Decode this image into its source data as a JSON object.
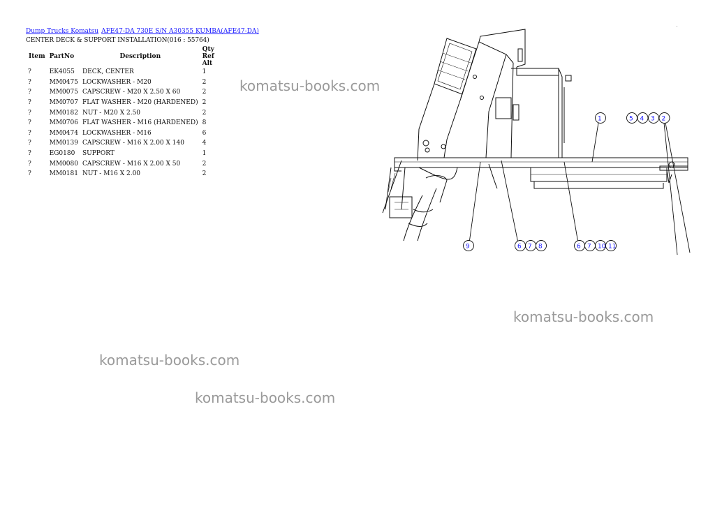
{
  "breadcrumb": {
    "category": "Dump Trucks Komatsu",
    "model": "AFE47-DA 730E S/N A30355 KUMBA(AFE47-DA)"
  },
  "subtitle": "CENTER DECK & SUPPORT INSTALLATION(016 : 55764)",
  "table": {
    "headers": {
      "item": "Item",
      "partno": "PartNo",
      "description": "Description",
      "qty": "Qty Ref Alt"
    },
    "rows": [
      {
        "item": "?",
        "partno": "EK4055",
        "description": "DECK, CENTER",
        "qty": "1"
      },
      {
        "item": "?",
        "partno": "MM0475",
        "description": "LOCKWASHER - M20",
        "qty": "2"
      },
      {
        "item": "?",
        "partno": "MM0075",
        "description": "CAPSCREW - M20 X 2.50 X 60",
        "qty": "2"
      },
      {
        "item": "?",
        "partno": "MM0707",
        "description": "FLAT WASHER - M20 (HARDENED)",
        "qty": "2"
      },
      {
        "item": "?",
        "partno": "MM0182",
        "description": "NUT - M20 X 2.50",
        "qty": "2"
      },
      {
        "item": "?",
        "partno": "MM0706",
        "description": "FLAT WASHER - M16 (HARDENED)",
        "qty": "8"
      },
      {
        "item": "?",
        "partno": "MM0474",
        "description": "LOCKWASHER - M16",
        "qty": "6"
      },
      {
        "item": "?",
        "partno": "MM0139",
        "description": "CAPSCREW - M16 X 2.00 X 140",
        "qty": "4"
      },
      {
        "item": "?",
        "partno": "EG0180",
        "description": "SUPPORT",
        "qty": "1"
      },
      {
        "item": "?",
        "partno": "MM0080",
        "description": "CAPSCREW - M16 X 2.00 X 50",
        "qty": "2"
      },
      {
        "item": "?",
        "partno": "MM0181",
        "description": "NUT - M16 X 2.00",
        "qty": "2"
      }
    ]
  },
  "watermarks": [
    "komatsu-books.com",
    "komatsu-books.com",
    "komatsu-books.com",
    "komatsu-books.com"
  ],
  "callouts": {
    "top_center": [
      "1"
    ],
    "top_right": [
      "5",
      "4",
      "3",
      "2"
    ],
    "bottom_left": [
      "9"
    ],
    "bottom_mid": [
      "6",
      "7",
      "8"
    ],
    "bottom_right": [
      "6",
      "7",
      "10",
      "11"
    ]
  },
  "colors": {
    "link": "#1a1aff",
    "watermark": "#9a9a9a",
    "line": "#111111"
  }
}
